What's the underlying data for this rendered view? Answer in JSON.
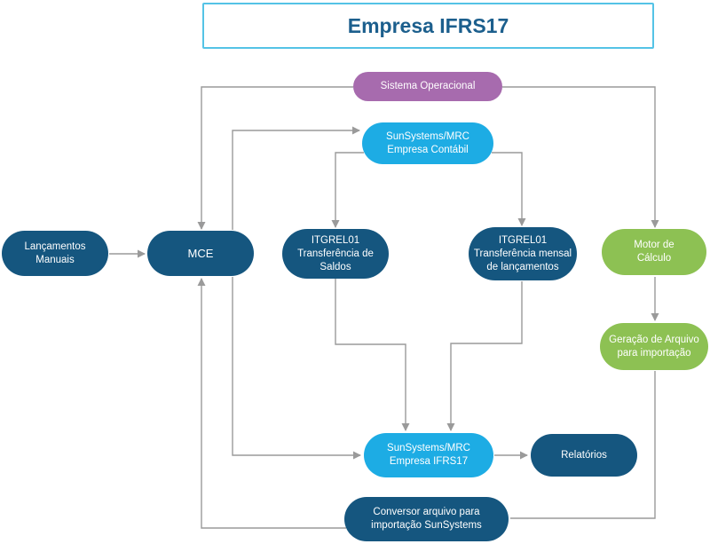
{
  "diagram": {
    "title": "Empresa IFRS17",
    "colors": {
      "dark_blue": "#15567f",
      "cyan": "#1dace4",
      "purple": "#a76bae",
      "green": "#8dc153",
      "title_text": "#1c5f8d",
      "title_border": "#54c3e6",
      "connector_gray": "#9a9a9a",
      "node_text": "#ffffff",
      "background": "#ffffff"
    },
    "nodes": {
      "sistema_operacional": {
        "label": "Sistema Operacional",
        "color": "#a76bae"
      },
      "empresa_contabil": {
        "label": "SunSystems/MRC\nEmpresa Contábil",
        "color": "#1dace4"
      },
      "lancamentos_manuais": {
        "label": "Lançamentos\nManuais",
        "color": "#15567f"
      },
      "mce": {
        "label": "MCE",
        "color": "#15567f"
      },
      "itgrel_saldos": {
        "label": "ITGREL01\nTransferência de\nSaldos",
        "color": "#15567f"
      },
      "itgrel_mensal": {
        "label": "ITGREL01\nTransferência mensal\nde lançamentos",
        "color": "#15567f"
      },
      "motor_calculo": {
        "label": "Motor de\nCálculo",
        "color": "#8dc153"
      },
      "geracao_arquivo": {
        "label": "Geração de Arquivo\npara importação",
        "color": "#8dc153"
      },
      "empresa_ifrs17": {
        "label": "SunSystems/MRC\nEmpresa IFRS17",
        "color": "#1dace4"
      },
      "relatorios": {
        "label": "Relatórios",
        "color": "#15567f"
      },
      "conversor": {
        "label": "Conversor arquivo para\nimportação SunSystems",
        "color": "#15567f"
      }
    },
    "edges": [
      {
        "from": "sistema_operacional",
        "to": "mce"
      },
      {
        "from": "sistema_operacional",
        "to": "motor_calculo"
      },
      {
        "from": "lancamentos_manuais",
        "to": "mce"
      },
      {
        "from": "mce",
        "to": "empresa_contabil"
      },
      {
        "from": "empresa_contabil",
        "to": "itgrel_saldos"
      },
      {
        "from": "empresa_contabil",
        "to": "itgrel_mensal"
      },
      {
        "from": "itgrel_saldos",
        "to": "empresa_ifrs17"
      },
      {
        "from": "itgrel_mensal",
        "to": "empresa_ifrs17"
      },
      {
        "from": "mce",
        "to": "empresa_ifrs17"
      },
      {
        "from": "motor_calculo",
        "to": "geracao_arquivo"
      },
      {
        "from": "geracao_arquivo",
        "to": "conversor"
      },
      {
        "from": "conversor",
        "to": "mce"
      },
      {
        "from": "empresa_ifrs17",
        "to": "relatorios"
      }
    ]
  }
}
